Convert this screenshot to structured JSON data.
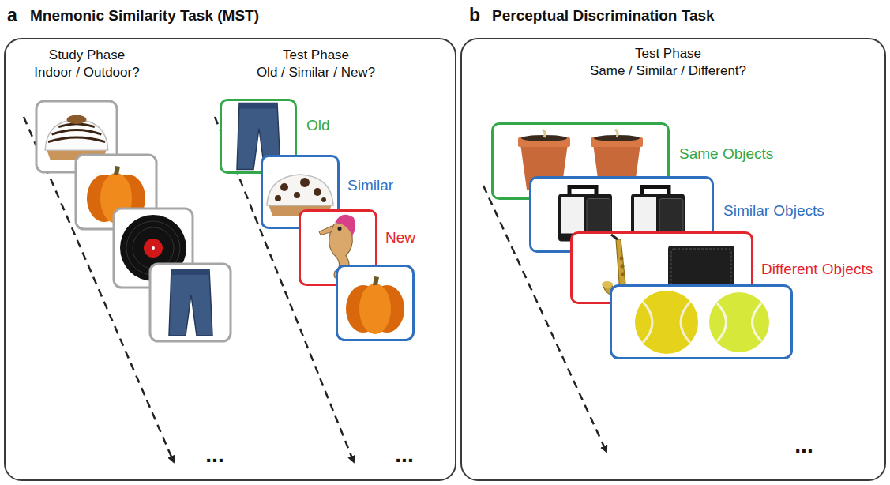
{
  "diagram": {
    "nodes": [
      {
        "text": [
          "a",
          "Mnemonic Similarity Task (MST)"
        ]
      },
      {
        "text": [
          "Old"
        ],
        "in": 0
      },
      {
        "text": [
          "Similar"
        ],
        "in": 0
      },
      {
        "text": [
          "New"
        ],
        "in": 0
      },
      {
        "text": [
          "b",
          "Perceptual Discrimination Task"
        ]
      },
      {
        "text": [
          "Same Objects"
        ],
        "in": 4
      },
      {
        "text": [
          "Similar Objects"
        ],
        "in": 4
      },
      {
        "text": [
          "Different Objects"
        ],
        "in": 4
      }
    ],
    "labels": [
      "Study Phase",
      "Indoor / Outdoor?",
      "Test Phase",
      "Old / Similar / New?",
      "...",
      "...",
      "Test Phase",
      "Same / Similar / Different?",
      "..."
    ]
  }
}
